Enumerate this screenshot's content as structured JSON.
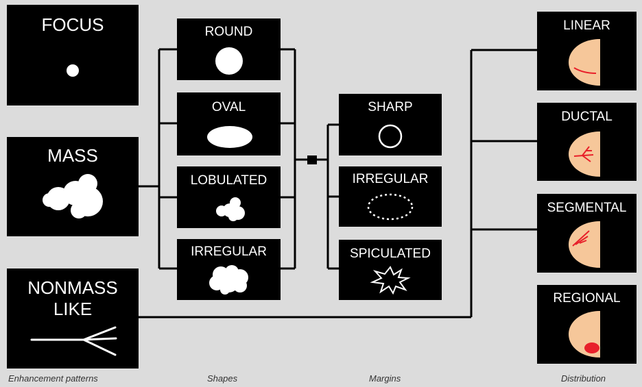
{
  "enhancement": {
    "focus": "FOCUS",
    "mass": "MASS",
    "nonmass_line1": "NONMASS",
    "nonmass_line2": "LIKE"
  },
  "shapes": {
    "round": "ROUND",
    "oval": "OVAL",
    "lobulated": "LOBULATED",
    "irregular": "IRREGULAR"
  },
  "margins": {
    "sharp": "SHARP",
    "irregular": "IRREGULAR",
    "spiculated": "SPICULATED"
  },
  "distribution": {
    "linear": "LINEAR",
    "ductal": "DUCTAL",
    "segmental": "SEGMENTAL",
    "regional": "REGIONAL"
  },
  "captions": {
    "enhancement": "Enhancement patterns",
    "shapes": "Shapes",
    "margins": "Margins",
    "distribution": "Distribution"
  },
  "colors": {
    "background": "#dcdcdc",
    "panel": "#000000",
    "breast_tissue": "#f6c79a",
    "enhancement_red": "#e8202a"
  }
}
